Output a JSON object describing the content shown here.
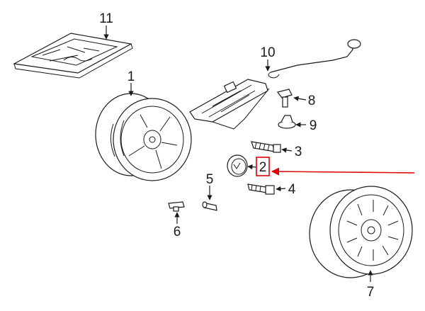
{
  "callouts": [
    "1",
    "2",
    "3",
    "4",
    "5",
    "6",
    "7",
    "8",
    "9",
    "10",
    "11"
  ],
  "highlighted_callout": "2",
  "colors": {
    "line": "#1a1a1a",
    "highlight": "#e00000",
    "background": "#ffffff"
  }
}
